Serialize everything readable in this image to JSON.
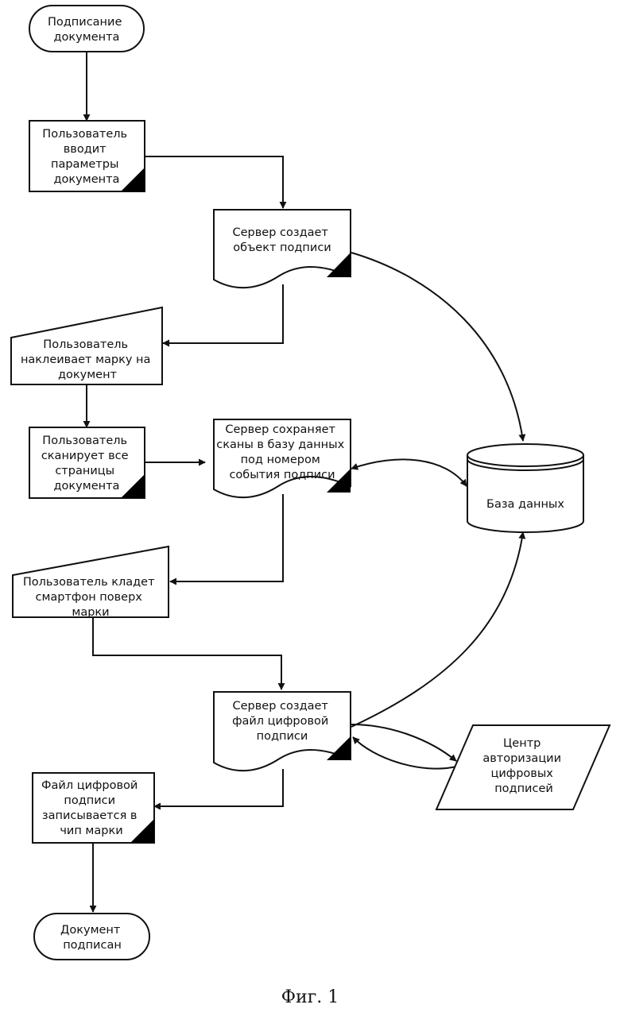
{
  "nodes": {
    "start": {
      "lines": [
        "Подписание",
        "документа"
      ]
    },
    "user_params": {
      "lines": [
        "Пользователь",
        "вводит",
        "параметры",
        "документа"
      ]
    },
    "server_create_object": {
      "lines": [
        "Сервер создает",
        "объект подписи"
      ]
    },
    "user_sticks_mark": {
      "lines": [
        "Пользователь",
        "наклеивает марку на",
        "документ"
      ]
    },
    "user_scans": {
      "lines": [
        "Пользователь",
        "сканирует все",
        "страницы",
        "документа"
      ]
    },
    "server_saves_scans": {
      "lines": [
        "Сервер сохраняет",
        "сканы в базу данных",
        "под номером",
        "события подписи"
      ]
    },
    "database": {
      "lines": [
        "База данных"
      ]
    },
    "user_places_phone": {
      "lines": [
        "Пользователь кладет",
        "смартфон поверх",
        "марки"
      ]
    },
    "server_creates_signature_file": {
      "lines": [
        "Сервер создает",
        "файл цифровой",
        "подписи"
      ]
    },
    "certificate_authority": {
      "lines": [
        "Центр",
        "авторизации",
        "цифровых",
        "подписей"
      ]
    },
    "file_written_to_chip": {
      "lines": [
        "Файл цифровой",
        "подписи",
        "записывается в",
        "чип марки"
      ]
    },
    "end": {
      "lines": [
        "Документ",
        "подписан"
      ]
    }
  },
  "figure_caption": "Фиг. 1"
}
